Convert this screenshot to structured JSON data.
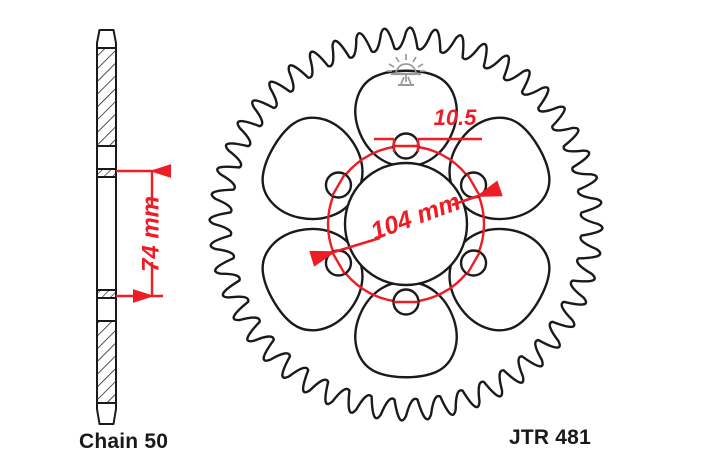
{
  "drawing": {
    "title": "Motorcycle rear sprocket technical drawing",
    "part_number": "JTR 481",
    "chain_label": "Chain 50",
    "line_color": "#1a1a1a",
    "dimension_color": "#ee1c24",
    "watermark_color": "#9a9a9a",
    "background_color": "#ffffff"
  },
  "side_view": {
    "name": "cross-section-side-view",
    "dimension": {
      "value": "74 mm",
      "label_rotation_deg": -90,
      "color": "#ee1c24"
    }
  },
  "front_view": {
    "name": "sprocket-face-view",
    "tooth_count": 48,
    "spoke_cutout_count": 6,
    "bolt_hole_count": 6,
    "bolt_circle": {
      "value": "104 mm",
      "label_rotation_deg": -20,
      "color": "#ee1c24"
    },
    "bolt_hole": {
      "value": "10.5",
      "color": "#ee1c24"
    },
    "watermark": {
      "icon": "sunrise-icon",
      "color": "#9a9a9a"
    }
  }
}
